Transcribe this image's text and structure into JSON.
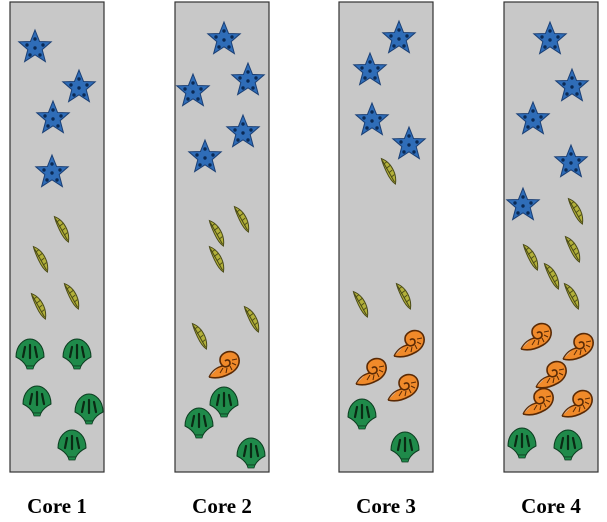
{
  "figure": {
    "cores": [
      {
        "label": "Core 1",
        "fossils": [
          {
            "kind": "star",
            "count": 4
          },
          {
            "kind": "twig",
            "count": 4
          },
          {
            "kind": "shell",
            "count": 5
          }
        ]
      },
      {
        "label": "Core 2",
        "fossils": [
          {
            "kind": "star",
            "count": 5
          },
          {
            "kind": "twig",
            "count": 5
          },
          {
            "kind": "ammonite",
            "count": 1
          },
          {
            "kind": "shell",
            "count": 3
          }
        ]
      },
      {
        "label": "Core 3",
        "fossils": [
          {
            "kind": "star",
            "count": 4
          },
          {
            "kind": "twig",
            "count": 3
          },
          {
            "kind": "ammonite",
            "count": 3
          },
          {
            "kind": "shell",
            "count": 2
          }
        ]
      },
      {
        "label": "Core 4",
        "fossils": [
          {
            "kind": "star",
            "count": 5
          },
          {
            "kind": "twig",
            "count": 5
          },
          {
            "kind": "ammonite",
            "count": 5
          },
          {
            "kind": "shell",
            "count": 2
          }
        ]
      }
    ],
    "icons": {
      "star": "starfish-icon",
      "twig": "twig-fossil-icon",
      "ammonite": "ammonite-icon",
      "shell": "scallop-shell-icon"
    },
    "colors": {
      "core_fill": "#c8c8c8",
      "star": "#2f6db8",
      "star_dots": "#0b2a55",
      "twig": "#9a9a2a",
      "ammonite": "#f08a2a",
      "shell": "#1f8a4a"
    }
  }
}
